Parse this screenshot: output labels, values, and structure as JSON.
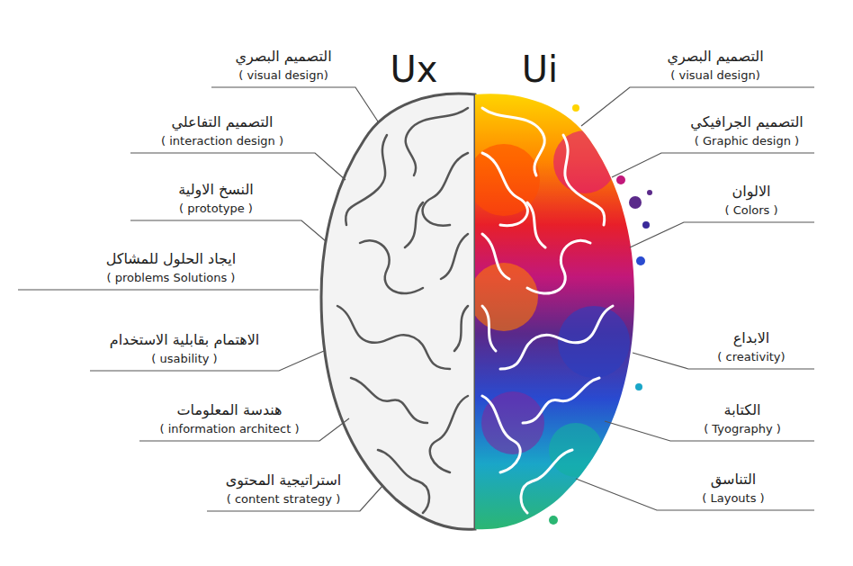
{
  "diagram": {
    "labels": [
      "Ux",
      "Ui",
      "التصميم البصري",
      "( visual design)",
      "التصميم التفاعلي",
      "( interaction design )",
      "النسخ الاولية",
      "( prototype )",
      "ايجاد الحلول للمشاكل",
      "( problems Solutions )",
      "الاهتمام بقابلية الاستخدام",
      "( usability )",
      "هندسة المعلومات",
      "( information architect )",
      "استراتيجية المحتوى",
      "( content strategy )",
      "التصميم البصري",
      "( visual design)",
      "التصميم الجرافيكي",
      "( Graphic design )",
      "الالوان",
      "( Colors )",
      "الابداع",
      "( creativity)",
      "الكتابة",
      "( Tyography )",
      "التناسق",
      "( Layouts )"
    ]
  }
}
